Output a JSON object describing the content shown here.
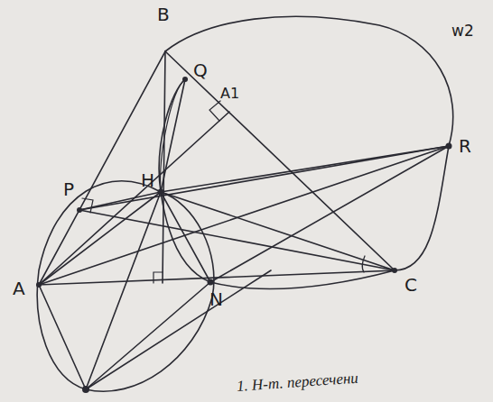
{
  "diagram": {
    "labels": [
      "B",
      "Q",
      "A1",
      "w2",
      "P",
      "H",
      "R",
      "A",
      "C",
      "N",
      "1. H-т. пересечени"
    ]
  }
}
